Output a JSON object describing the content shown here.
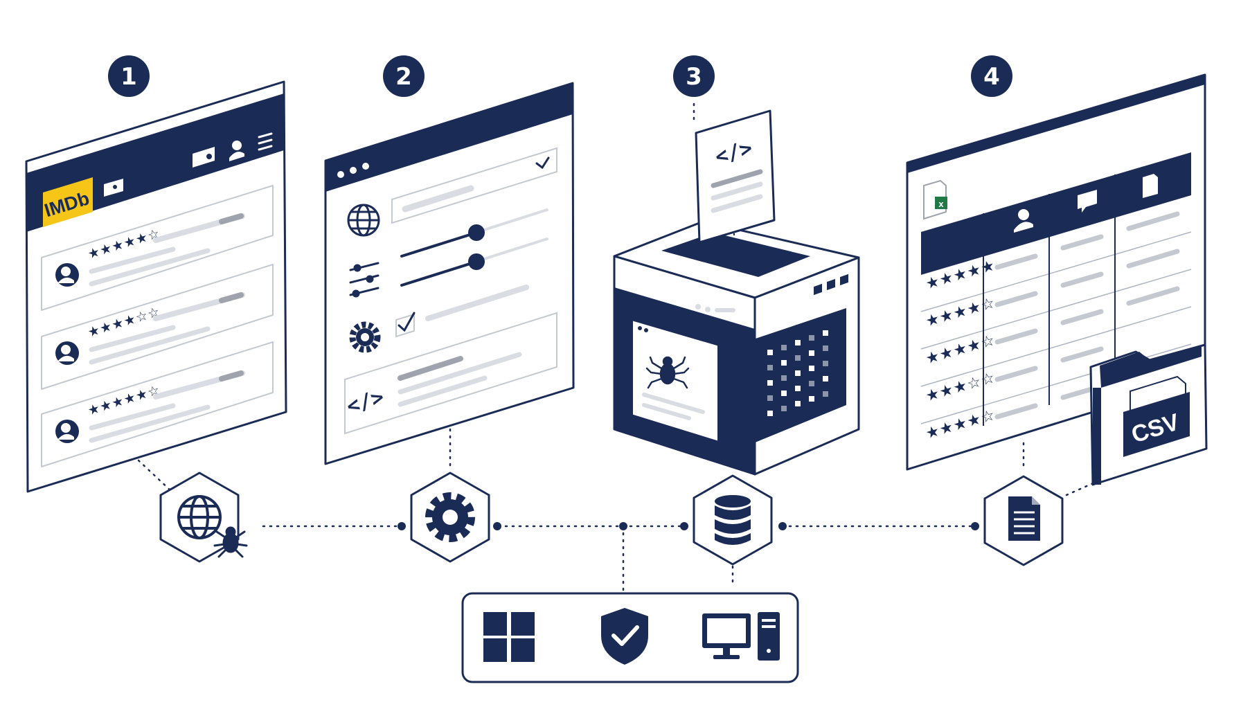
{
  "colors": {
    "navy": "#1a2b55",
    "accent": "#f5c518",
    "line": "#d9dce3",
    "excel": "#1f7a45"
  },
  "steps": [
    {
      "number": "1",
      "icon": "imdb-reviews-window"
    },
    {
      "number": "2",
      "icon": "scraper-settings-window"
    },
    {
      "number": "3",
      "icon": "scraper-engine-box"
    },
    {
      "number": "4",
      "icon": "spreadsheet-window"
    }
  ],
  "step1": {
    "logo": "IMDb",
    "reviews": [
      {
        "stars": "★★★★★☆"
      },
      {
        "stars": "★★★★☆☆"
      },
      {
        "stars": "★★★★★☆"
      }
    ]
  },
  "step2": {
    "code_glyph": "</>"
  },
  "step3": {
    "code_glyph": "</>"
  },
  "step4": {
    "rows": [
      {
        "stars": "★★★★★"
      },
      {
        "stars": "★★★★☆"
      },
      {
        "stars": "★★★★☆"
      },
      {
        "stars": "★★★☆☆"
      },
      {
        "stars": "★★★★☆"
      }
    ],
    "export_label": "CSV"
  },
  "nodes": [
    "globe-spider-icon",
    "gear-icon",
    "database-icon",
    "document-icon"
  ],
  "footer": [
    "windows-logo-icon",
    "shield-check-icon",
    "desktop-computer-icon"
  ]
}
